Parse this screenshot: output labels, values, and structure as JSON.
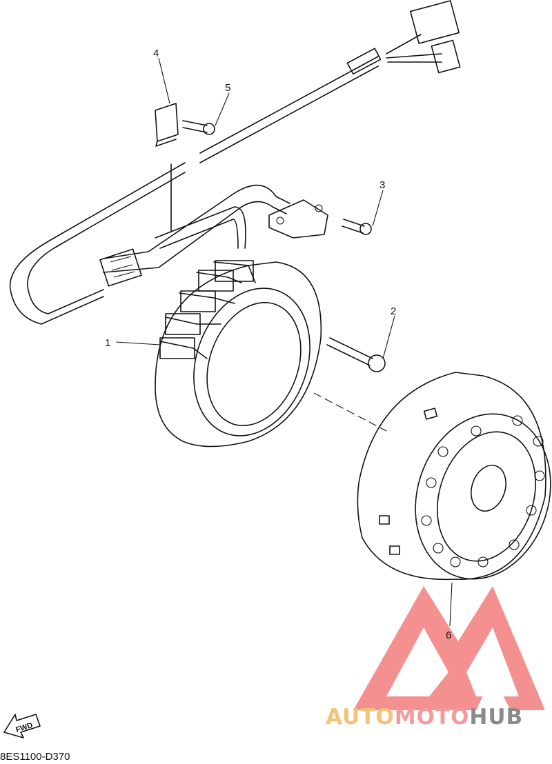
{
  "diagram": {
    "callouts": [
      {
        "id": "part-1",
        "label": "1"
      },
      {
        "id": "part-2",
        "label": "2"
      },
      {
        "id": "part-3",
        "label": "3"
      },
      {
        "id": "part-4",
        "label": "4"
      },
      {
        "id": "part-5",
        "label": "5"
      },
      {
        "id": "part-6",
        "label": "6"
      }
    ],
    "fwd_marker": "FWD",
    "drawing_code": "8ES1100-D370"
  },
  "watermark": {
    "part1": "AUTO",
    "part2": "MOTO",
    "part3": "HUB",
    "colors": {
      "auto": "#f6c27a",
      "moto": "#f39a9a",
      "hub": "#8a8a8a",
      "logo": "#f26b6b"
    }
  }
}
